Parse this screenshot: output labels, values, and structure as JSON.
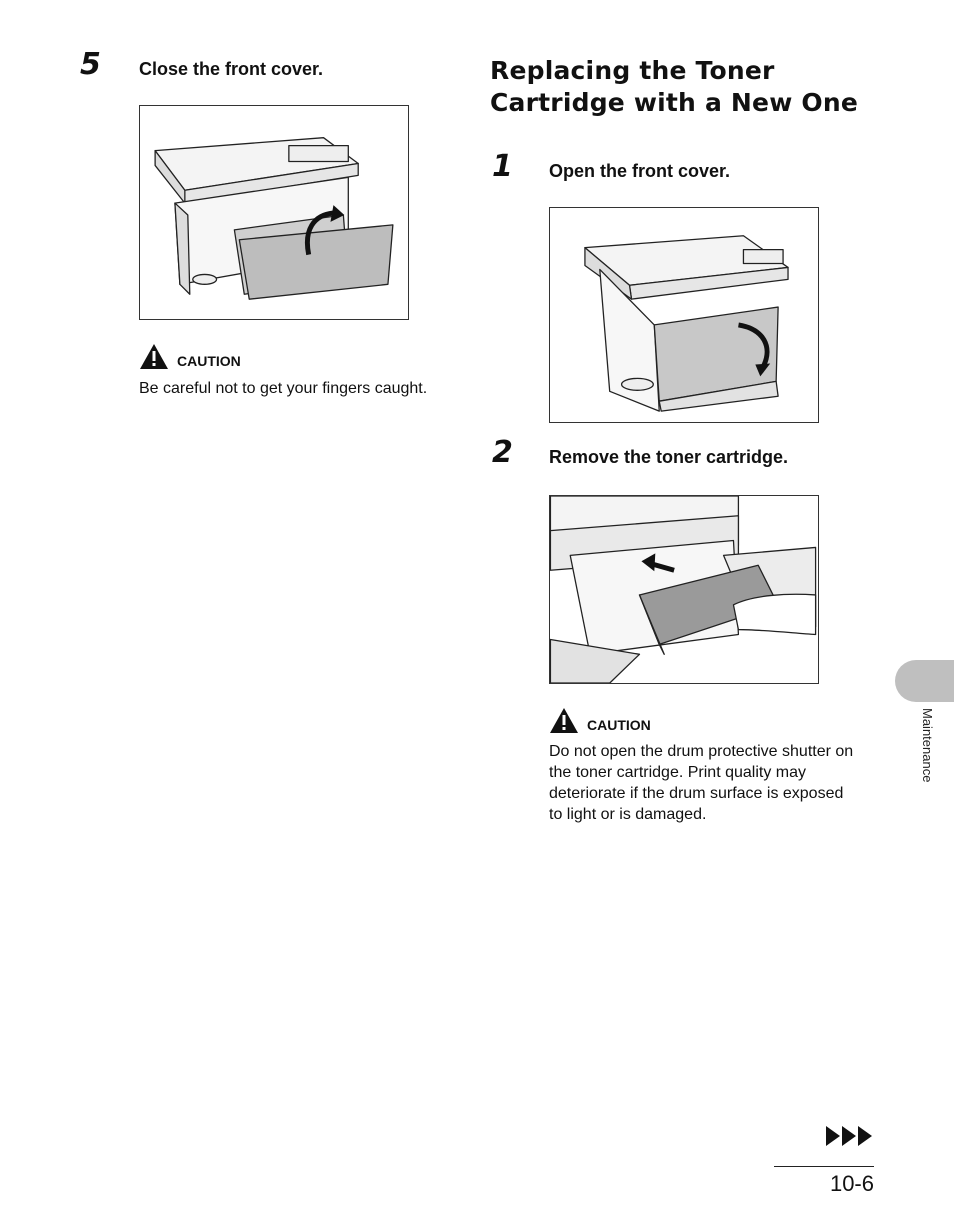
{
  "left_column": {
    "step5": {
      "number": "5",
      "text": "Close the front cover."
    },
    "caution": {
      "label": "CAUTION",
      "text": "Be careful not to get your fingers caught."
    }
  },
  "right_column": {
    "section_title_line1": "Replacing the Toner",
    "section_title_line2": "Cartridge with a New One",
    "step1": {
      "number": "1",
      "text": "Open the front cover."
    },
    "step2": {
      "number": "2",
      "text": "Remove the toner cartridge."
    },
    "caution": {
      "label": "CAUTION",
      "lines": [
        "Do not open the drum protective shutter on",
        "the toner cartridge. Print quality may",
        "deteriorate if the drum surface is exposed",
        "to light or is damaged."
      ]
    }
  },
  "side_tab": {
    "label": "Maintenance",
    "color": "#bfbfbf"
  },
  "footer": {
    "continue_icon": "triple-arrow-icon",
    "page_number": "10-6"
  }
}
